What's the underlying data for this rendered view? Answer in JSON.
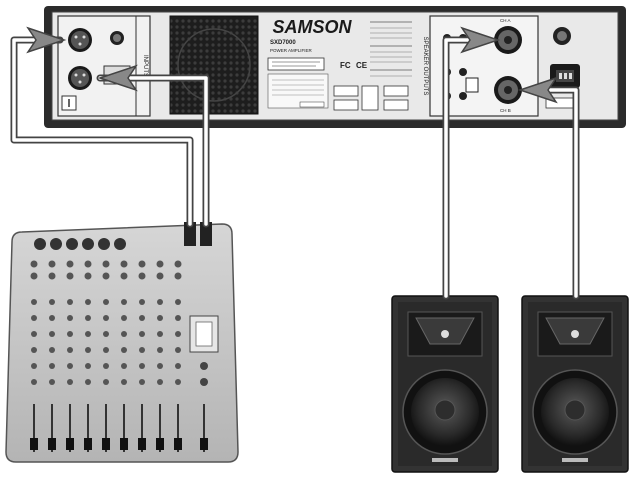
{
  "amplifier": {
    "brand": "SAMSON",
    "model": "SXD7000",
    "subtitle": "POWER AMPLIFIER",
    "inputs_label": "INPUTS",
    "speaker_outputs_label": "SPEAKER OUTPUTS",
    "channel_a": "CH A",
    "channel_b": "CH B",
    "fc_mark": "FC",
    "ce_mark": "CE"
  },
  "colors": {
    "cable": "#555555",
    "cable_fill": "#ffffff",
    "chassis": "#2b2b2b",
    "panel": "#e9e9e9",
    "mixer": "#c8c8c8",
    "speaker": "#333333"
  },
  "icons": [
    "xlr-jack-icon",
    "speakon-jack-icon",
    "power-inlet-icon",
    "fan-grille-icon",
    "arrow-icon"
  ]
}
